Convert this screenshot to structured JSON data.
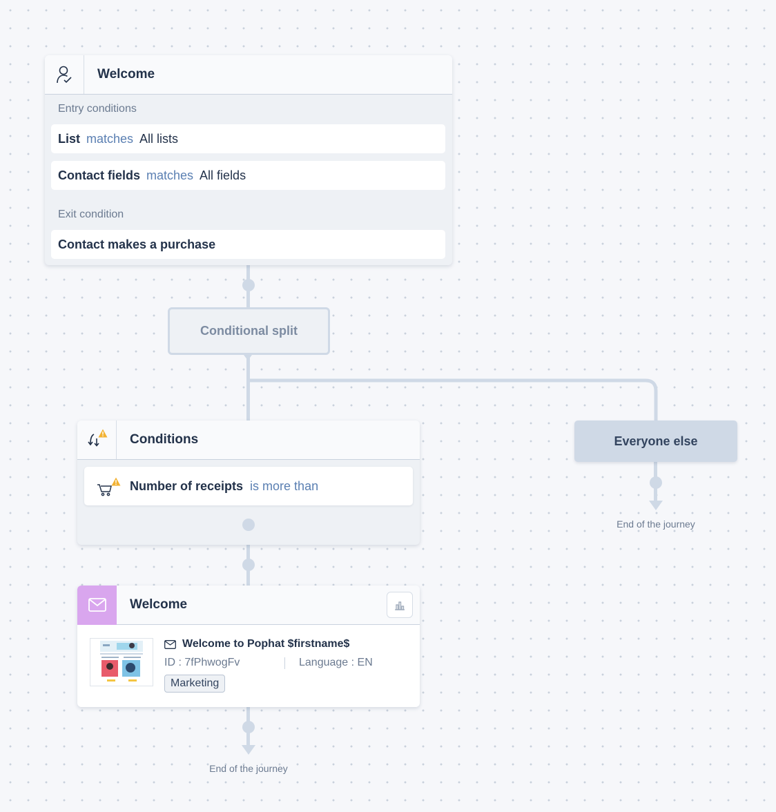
{
  "entry_card": {
    "title": "Welcome",
    "entry_label": "Entry conditions",
    "conditions": [
      {
        "key": "List",
        "op": "matches",
        "value": "All lists"
      },
      {
        "key": "Contact fields",
        "op": "matches",
        "value": "All fields"
      }
    ],
    "exit_label": "Exit condition",
    "exit_condition": "Contact makes a purchase"
  },
  "split": {
    "label": "Conditional split"
  },
  "conditions_card": {
    "title": "Conditions",
    "rule": {
      "key": "Number of receipts",
      "op": "is more than"
    }
  },
  "everyone_else": {
    "label": "Everyone else",
    "end_label": "End of the journey"
  },
  "email_card": {
    "title": "Welcome",
    "subject": "Welcome to Pophat $firstname$",
    "id_text": "ID : 7fPhwogFv",
    "language_text": "Language : EN",
    "tag": "Marketing",
    "end_label": "End of the journey"
  },
  "colors": {
    "connector": "#cfd9e6",
    "email_accent": "#d9a6ee",
    "operator": "#5a7fb2",
    "warning": "#f2b233"
  },
  "icons": [
    "user-check-icon",
    "split-arrows-icon",
    "warning-icon",
    "cart-icon",
    "mail-icon",
    "bar-chart-icon",
    "small-mail-icon"
  ]
}
